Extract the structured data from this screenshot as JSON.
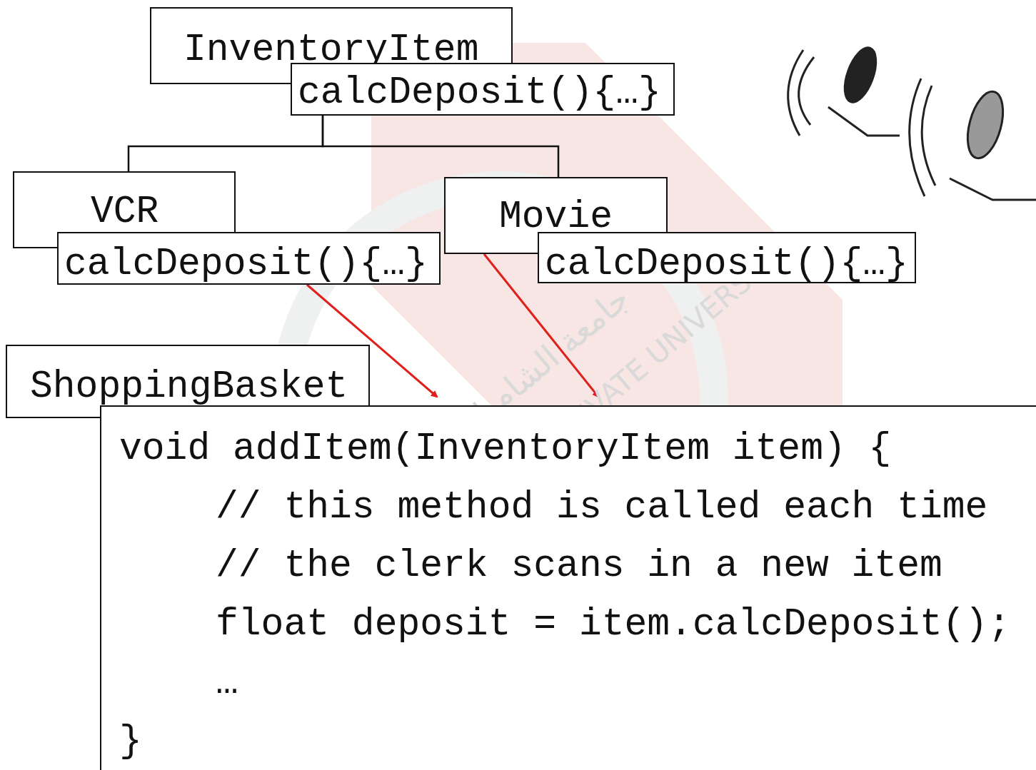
{
  "diagram": {
    "nodes": [
      {
        "text": [
          "InventoryItem"
        ]
      },
      {
        "text": [
          "calcDeposit(){…}"
        ]
      },
      {
        "text": [
          "VCR"
        ]
      },
      {
        "text": [
          "calcDeposit(){…}"
        ]
      },
      {
        "text": [
          "Movie"
        ]
      },
      {
        "text": [
          "calcDeposit(){…}"
        ]
      },
      {
        "text": [
          "ShoppingBasket"
        ]
      },
      {
        "text": [
          "void addItem(InventoryItem item) {",
          "// this method is called each time",
          "// the clerk scans in a new item",
          "float deposit = item.calcDeposit();",
          "…",
          "}"
        ]
      }
    ],
    "edges": [
      {
        "from": 1,
        "to": 2,
        "arrow": "none"
      },
      {
        "from": 1,
        "to": 4,
        "arrow": "none"
      },
      {
        "from": 3,
        "to": 7,
        "arrow": "to"
      },
      {
        "from": 4,
        "to": 7,
        "arrow": "to"
      }
    ],
    "labels": [
      "جامعة الشام الخاصة",
      "SYRIAN PRIVATE UNIVERSITY"
    ]
  }
}
